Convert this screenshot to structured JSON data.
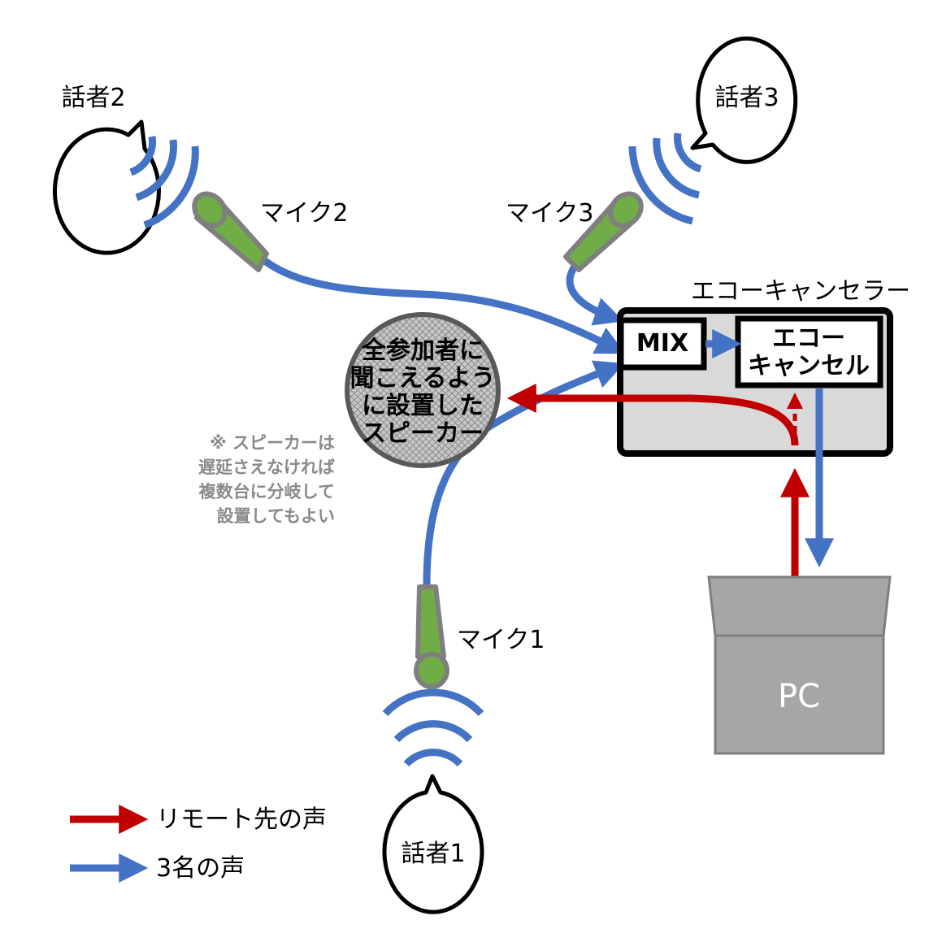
{
  "speakers": [
    {
      "label": "話者1"
    },
    {
      "label": "話者2"
    },
    {
      "label": "話者3"
    }
  ],
  "mics": [
    {
      "label": "マイク1"
    },
    {
      "label": "マイク2"
    },
    {
      "label": "マイク3"
    }
  ],
  "echo_canceller": {
    "title": "エコーキャンセラー",
    "mix_label": "MIX",
    "ec_lines": [
      "エコー",
      "キャンセル"
    ]
  },
  "loudspeaker": {
    "lines": [
      "全参加者に",
      "聞こえるよう",
      "に設置した",
      "スピーカー"
    ]
  },
  "note": {
    "lines": [
      "※ スピーカーは",
      "遅延さえなければ",
      "複数台に分岐して",
      "設置してもよい"
    ]
  },
  "pc": {
    "label": "PC"
  },
  "legend": [
    {
      "label": "リモート先の声",
      "color": "#c00000"
    },
    {
      "label": "3名の声",
      "color": "#4472c4"
    }
  ],
  "colors": {
    "remote_voice": "#c00000",
    "local_voice": "#4472c4",
    "mic_green": "#70ad47",
    "mic_outline": "#7f7f7f",
    "box_gray": "#d9d9d9",
    "pc_gray": "#a6a6a6"
  }
}
